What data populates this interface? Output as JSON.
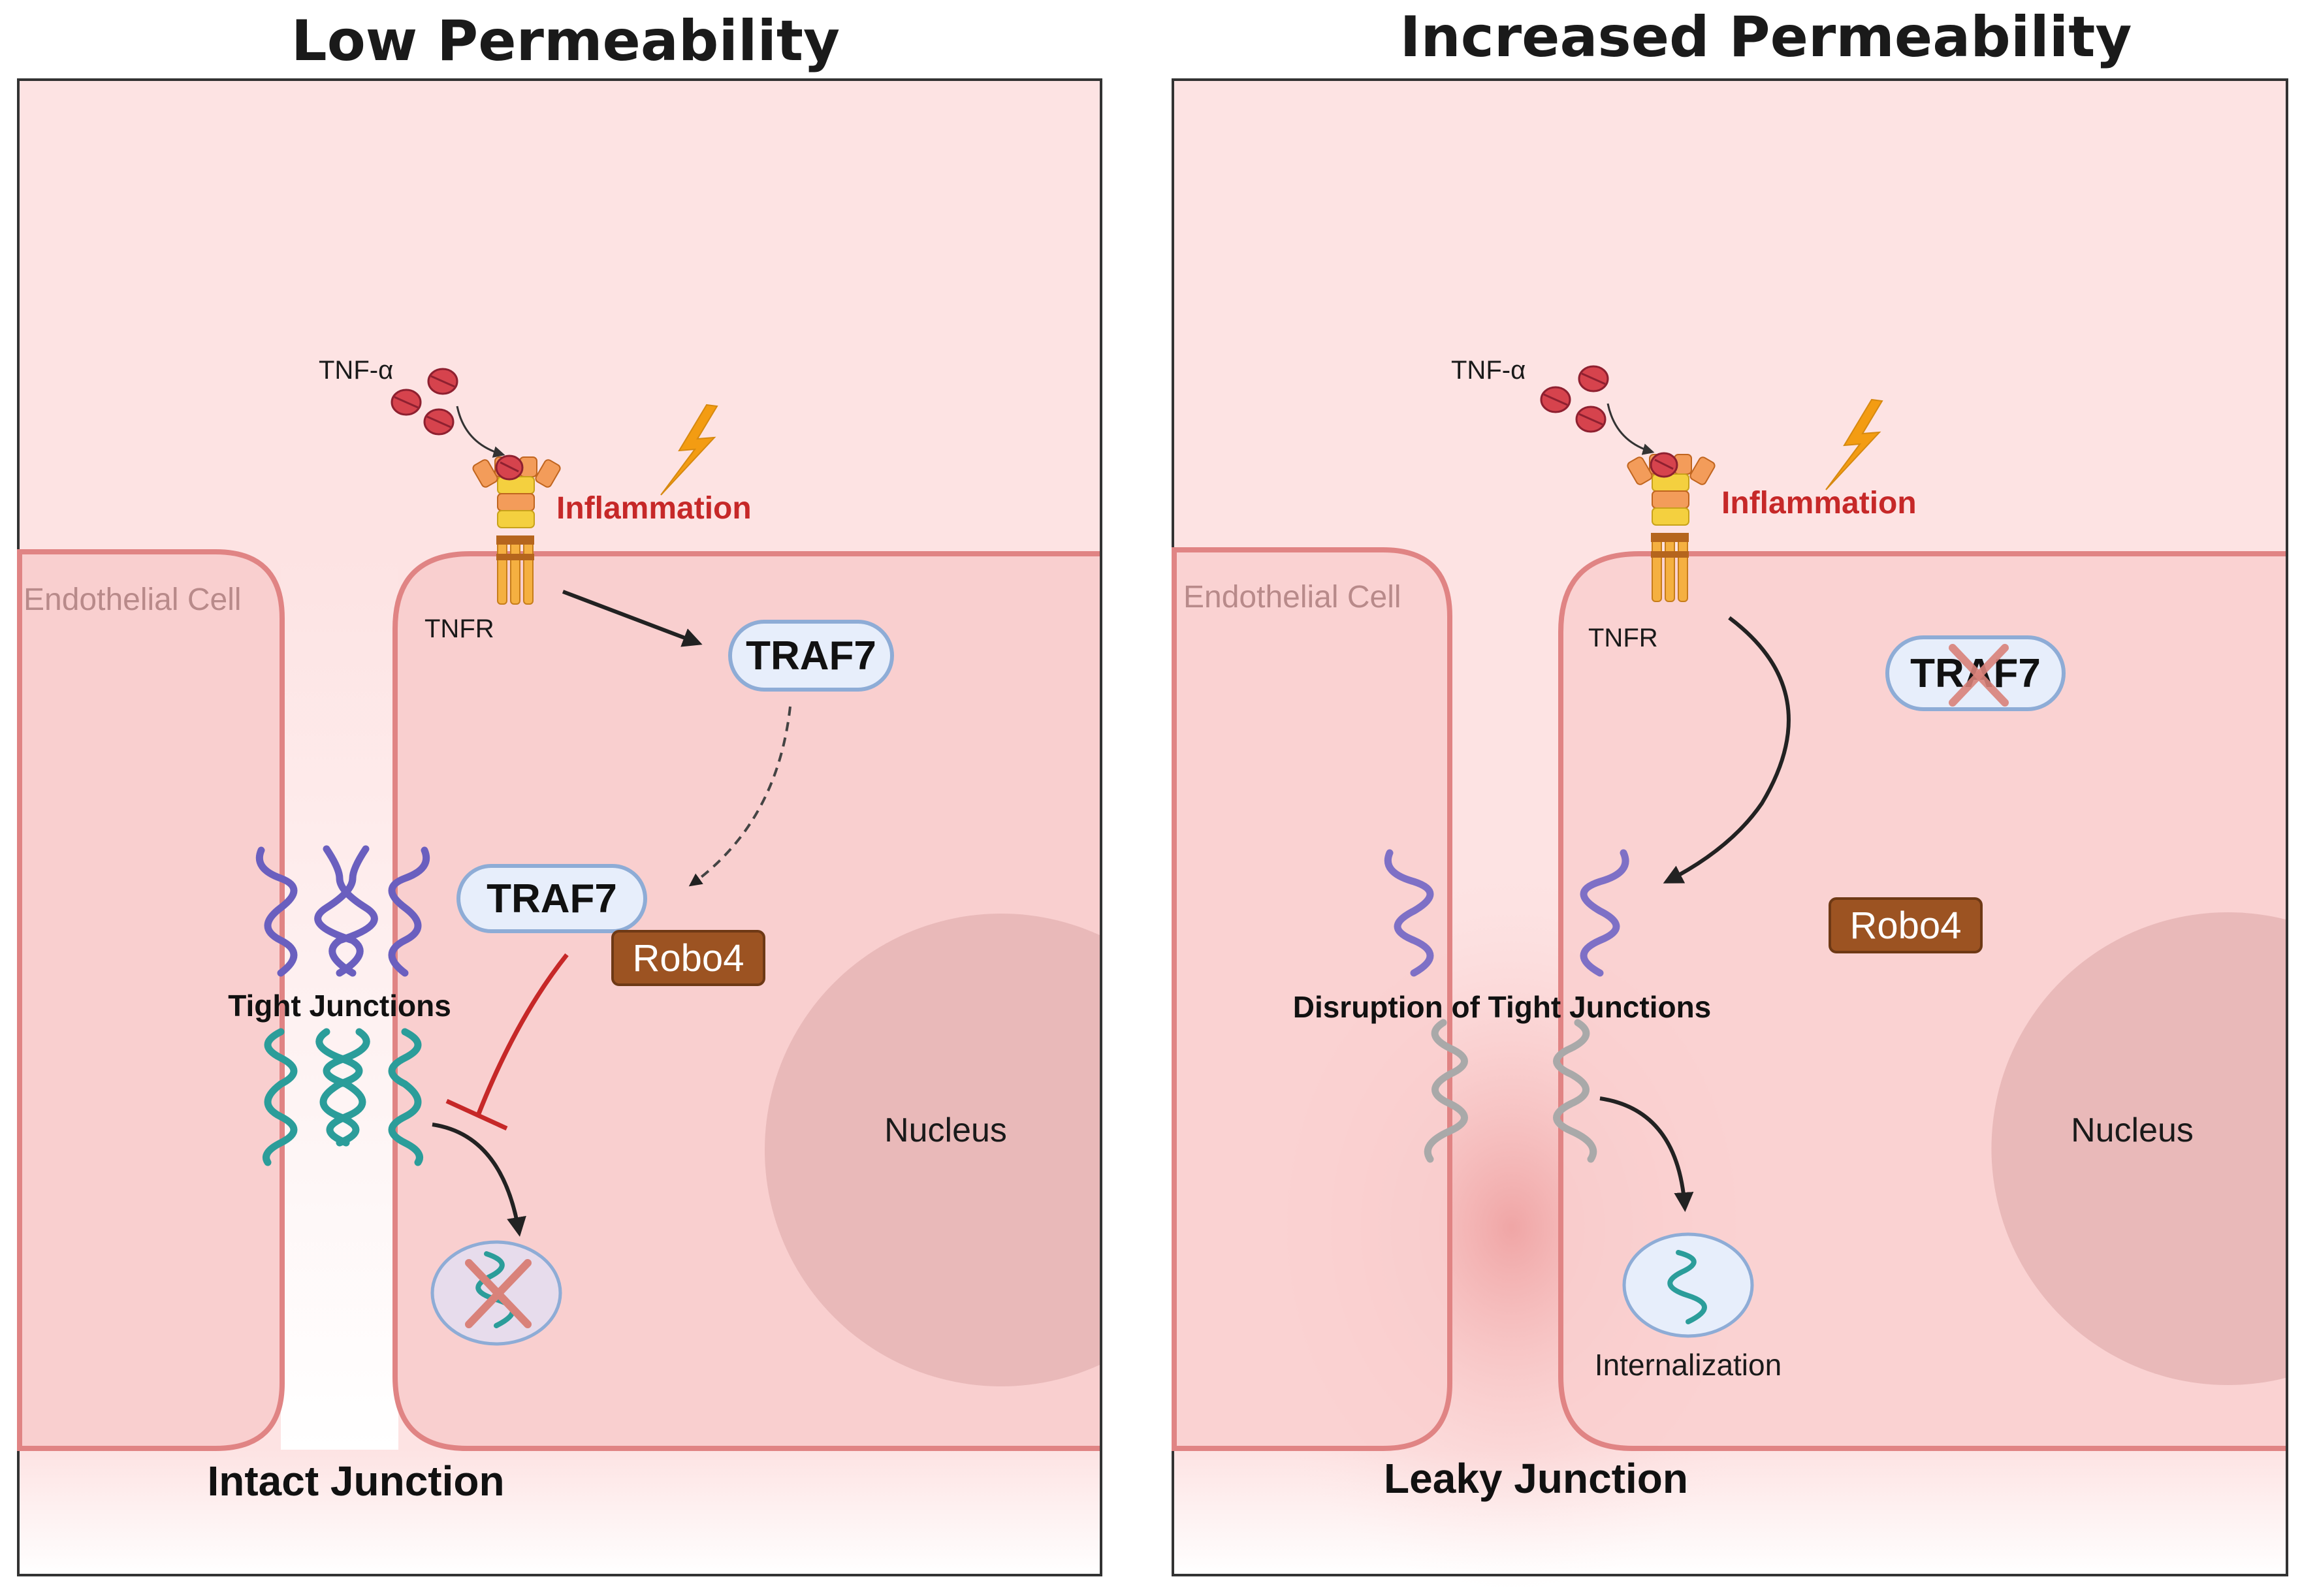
{
  "panels": [
    {
      "title": "Low Permeability",
      "ligand": "TNF-α",
      "receptor": "TNFR",
      "inflammation": "Inflammation",
      "cell_label": "Endothelial Cell",
      "traf7_top": "TRAF7",
      "traf7_lower": "TRAF7",
      "robo4": "Robo4",
      "junction_label": "Tight Junctions",
      "nucleus": "Nucleus",
      "bottom_label": "Intact  Junction"
    },
    {
      "title": "Increased Permeability",
      "ligand": "TNF-α",
      "receptor": "TNFR",
      "inflammation": "Inflammation",
      "cell_label": "Endothelial Cell",
      "traf7": "TRAF7",
      "robo4": "Robo4",
      "junction_label": "Disruption of Tight Junctions",
      "nucleus": "Nucleus",
      "internalization": "Internalization",
      "bottom_label": "Leaky Junction"
    }
  ],
  "colors": {
    "background": "#fde3e3",
    "cell": "#f9cfcf",
    "cell_border": "#e08484",
    "nucleus": "#e9b9b9",
    "traf7_fill": "#e7eefb",
    "traf7_border": "#8eacd6",
    "robo4_fill": "#9c5322",
    "inhibition": "#c62828",
    "claudin": "#6a5fbf",
    "occludin": "#2b9d9a",
    "disrupted": "#a9a9a9",
    "lightning": "#f39c12",
    "cross": "#d9827a"
  }
}
